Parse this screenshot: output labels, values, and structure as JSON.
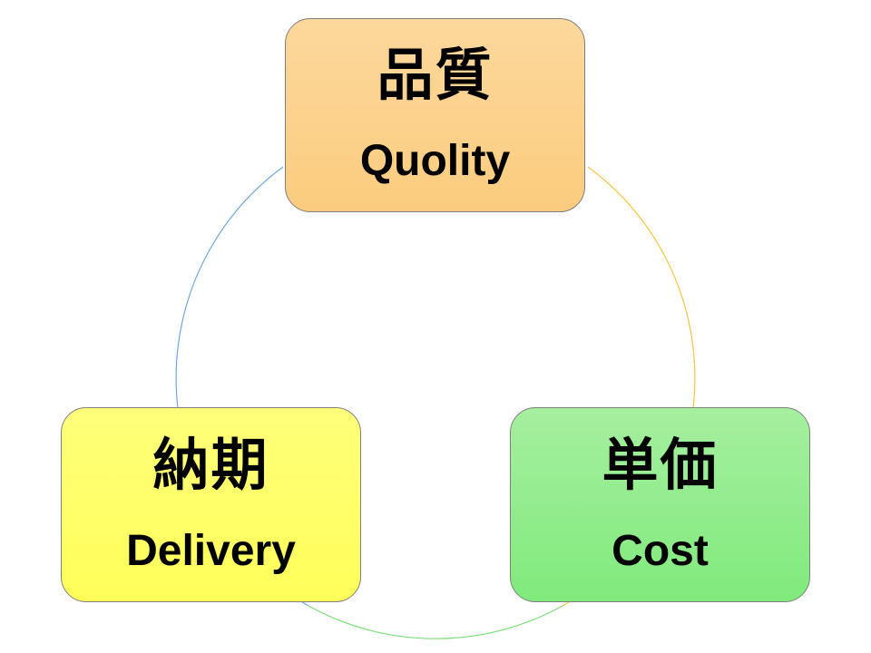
{
  "diagram": {
    "nodes": [
      {
        "id": "quality",
        "jp": "品質",
        "en": "Quolity",
        "color": "#FBD38F"
      },
      {
        "id": "cost",
        "jp": "単価",
        "en": "Cost",
        "color": "#93EC8E"
      },
      {
        "id": "delivery",
        "jp": "納期",
        "en": "Delivery",
        "color": "#FFFF66"
      }
    ],
    "connectors": [
      {
        "from": "quality",
        "to": "cost",
        "color": "#F5C542"
      },
      {
        "from": "cost",
        "to": "delivery",
        "color": "#7CE07A"
      },
      {
        "from": "delivery",
        "to": "quality",
        "color": "#6FA8DC"
      }
    ]
  }
}
